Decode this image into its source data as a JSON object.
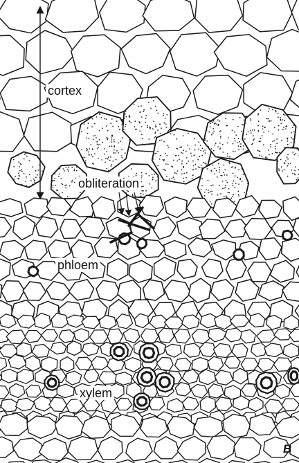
{
  "figure": {
    "labels": {
      "cortex": "cortex",
      "obliteration": "obliteration",
      "phloem": "phloem",
      "xylem": "xylem"
    },
    "panel_letter": "B",
    "colors": {
      "line": "#1a1a1a",
      "background": "#ffffff",
      "stipple": "#222222"
    }
  }
}
